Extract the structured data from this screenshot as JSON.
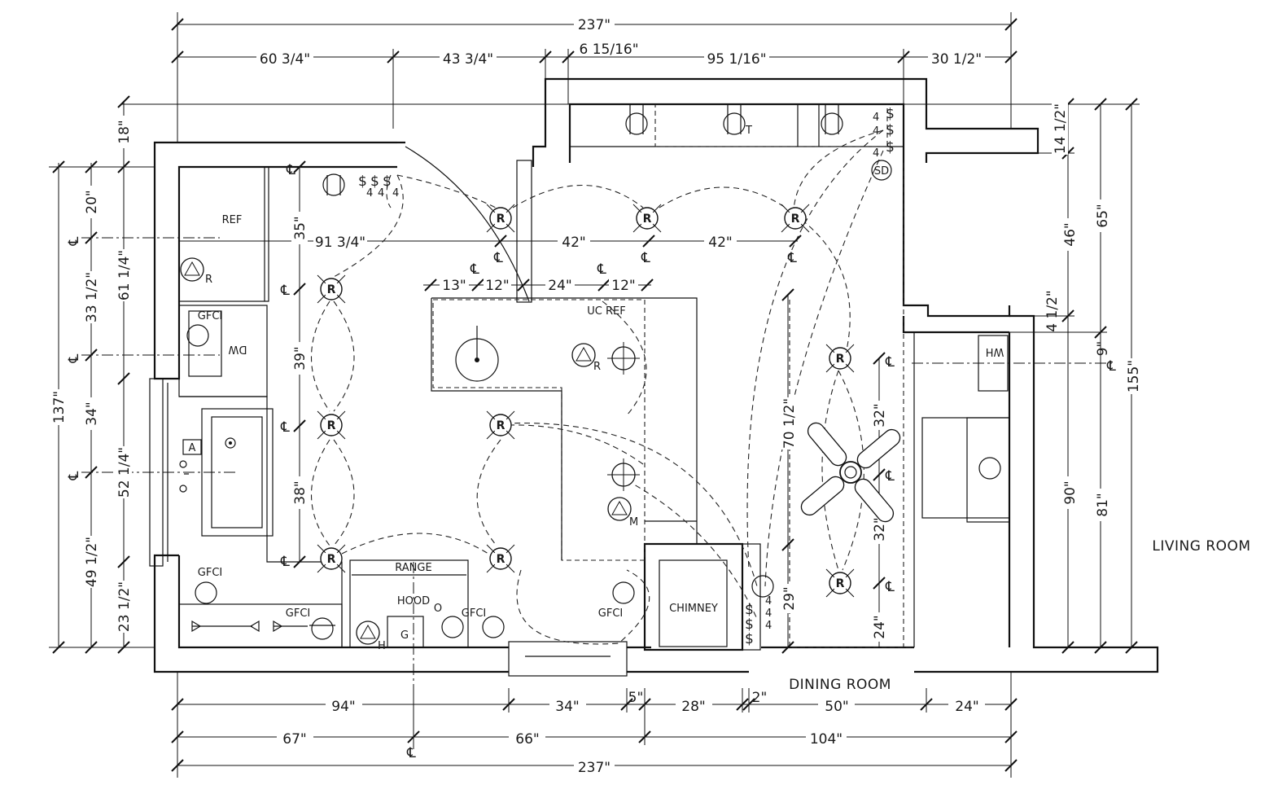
{
  "dimensions": {
    "top_overall": "237\"",
    "top_segments": [
      "60 3/4\"",
      "43 3/4\"",
      "6 15/16\"",
      "95 1/16\"",
      "30 1/2\""
    ],
    "bottom_row1": [
      "94\"",
      "34\"",
      "5\"",
      "28\"",
      "2\"",
      "50\"",
      "24\""
    ],
    "bottom_row2": [
      "67\"",
      "66\"",
      "104\""
    ],
    "bottom_overall": "237\"",
    "left_outer": "137\"",
    "left_mid": [
      "20\"",
      "33 1/2\"",
      "34\"",
      "49 1/2\""
    ],
    "left_inner": [
      "18\"",
      "61 1/4\"",
      "52 1/4\"",
      "23 1/2\""
    ],
    "right_mid": [
      "14 1/2\"",
      "46\"",
      "4 1/2\"",
      "90\""
    ],
    "right_inner": [
      "65\"",
      "9\"",
      "81\""
    ],
    "right_outer": "155\"",
    "interior": {
      "run_91": "91 3/4\"",
      "run_42a": "42\"",
      "run_42b": "42\"",
      "island_13": "13\"",
      "island_12a": "12\"",
      "island_24": "24\"",
      "island_12b": "12\"",
      "v35": "35\"",
      "v39": "39\"",
      "v38": "38\"",
      "v70": "70 1/2\"",
      "v29": "29\"",
      "v24": "24\"",
      "v32a": "32\"",
      "v32b": "32\""
    }
  },
  "labels": {
    "ref": "REF",
    "dw": "DW",
    "uc_ref": "UC REF",
    "range": "RANGE",
    "hood": "HOOD",
    "chimney": "CHIMNEY",
    "wh": "WH",
    "gfci": "GFCI"
  },
  "rooms": {
    "living_room": "LIVING ROOM",
    "dining_room": "DINING ROOM"
  },
  "symbols": {
    "recessed": "R",
    "smoke": "SD",
    "switch": "$",
    "three_way": "4",
    "centerline": "℄",
    "thermostat": "T",
    "motion": "M",
    "h": "H",
    "a": "A",
    "g": "G",
    "o": "O"
  },
  "icons": {
    "recessed_light": "recessed-light-icon",
    "ceiling_fan": "ceiling-fan-icon",
    "switch": "switch-icon",
    "outlet": "outlet-icon",
    "triangle": "triangle-outlet-icon",
    "pendant": "pendant-light-icon"
  }
}
